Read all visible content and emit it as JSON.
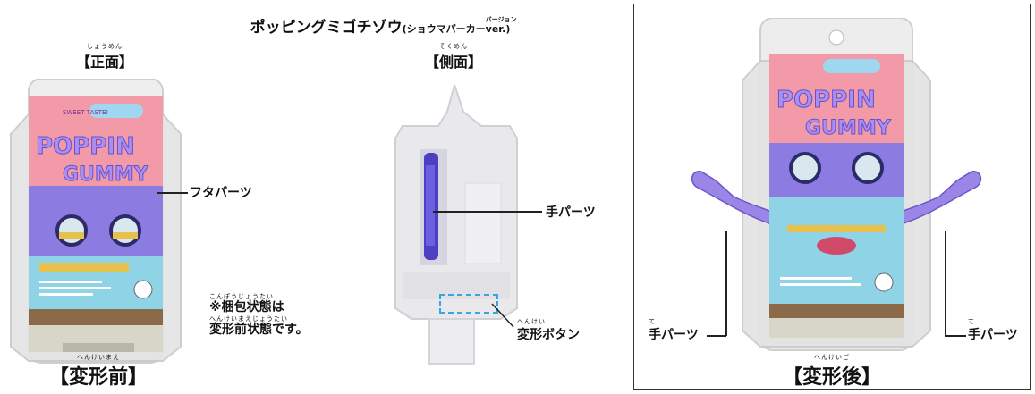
{
  "title": {
    "main": "ポッピングミゴチゾウ",
    "sub": "(ショウマパーカー",
    "ver_ruby": "バージョン",
    "ver": "ver.)"
  },
  "front": {
    "ruby": "しょうめん",
    "label": "【正面】"
  },
  "side": {
    "ruby": "そくめん",
    "label": "【側面】"
  },
  "before": {
    "ruby": "へんけいまえ",
    "label": "【変形前】"
  },
  "after": {
    "ruby": "へんけいご",
    "label": "【変形後】"
  },
  "callouts": {
    "lid": "フタパーツ",
    "hand_side": "手パーツ",
    "button_ruby": "へんけい",
    "button": "変形ボタン",
    "hand_left_ruby": "て",
    "hand_left": "手パーツ",
    "hand_right_ruby": "て",
    "hand_right": "手パーツ"
  },
  "note": {
    "line1_ruby": "こんぽうじょうたい",
    "line1": "※梱包状態は",
    "line2_ruby": "へんけいまえじょうたい",
    "line2": "変形前状態です。"
  },
  "package_text": {
    "logo_top": "POPPIN",
    "logo_bottom": "GUMMY",
    "taste": "SWEET TASTE!"
  },
  "colors": {
    "package_pink": "#f29aa8",
    "gummy_purple": "#8c7be0",
    "label_blue": "#8fd4e6",
    "zipper_yellow": "#e8c14d",
    "button_dash": "#3aa6e0"
  }
}
